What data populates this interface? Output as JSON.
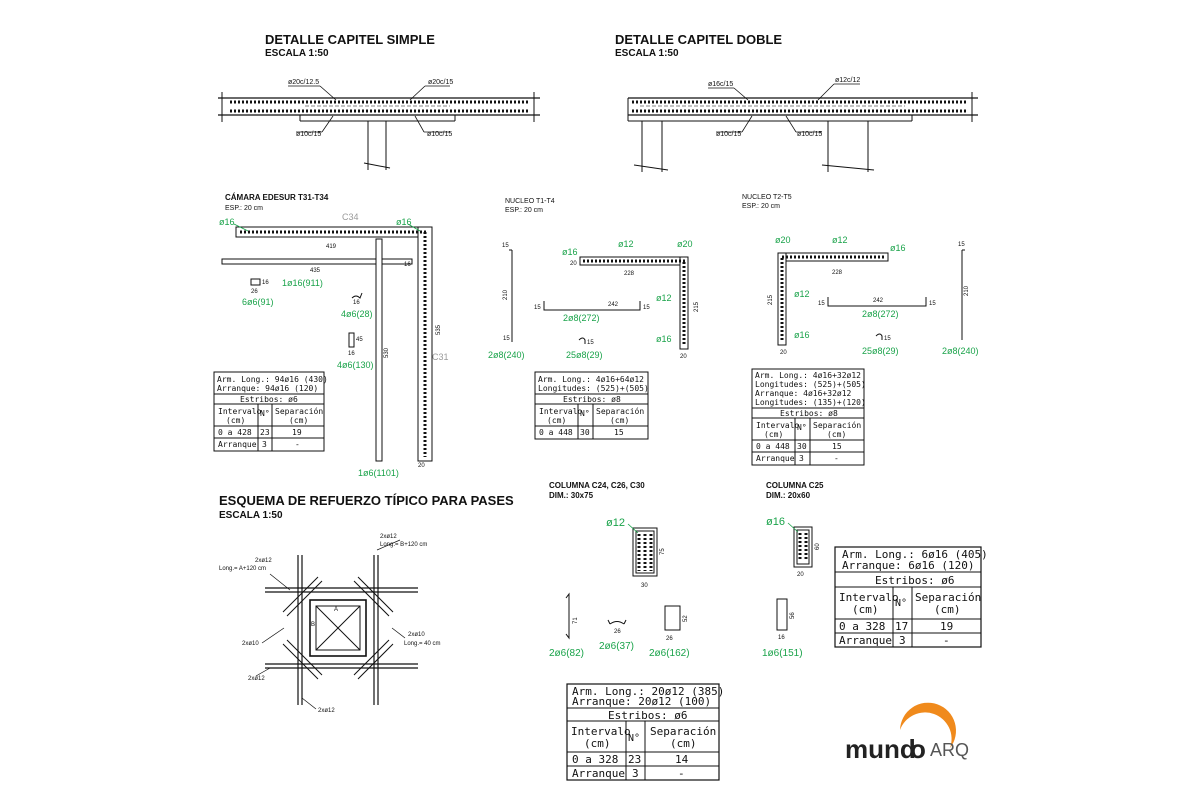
{
  "capitel_simple": {
    "title": "DETALLE CAPITEL SIMPLE",
    "scale": "ESCALA 1:50",
    "labels": [
      "ø20c/12.5",
      "ø20c/15",
      "ø10c/15",
      "ø10c/15"
    ]
  },
  "capitel_doble": {
    "title": "DETALLE CAPITEL DOBLE",
    "scale": "ESCALA 1:50",
    "labels": [
      "ø16c/15",
      "ø12c/12",
      "ø10c/15",
      "ø10c/15"
    ]
  },
  "camara": {
    "title": "CÁMARA EDESUR T31-T34",
    "esp": "ESP.: 20 cm",
    "labels": {
      "c34": "C34",
      "c31": "C31",
      "d16a": "ø16",
      "d16b": "ø16",
      "dim419": "419",
      "dim435": "435",
      "dim16": "16",
      "dim26": "26",
      "dim16b": "16",
      "dim45": "45",
      "dim16c": "16",
      "dim530": "530",
      "dim535": "535",
      "dim20": "20",
      "bar1": "1ø16(911)",
      "bar2": "6ø6(91)",
      "bar3": "4ø6(28)",
      "bar4": "4ø6(130)",
      "bar5": "1ø6(1101)"
    },
    "table": {
      "lines": [
        "Arm. Long.: 94ø16 (430)",
        "Arranque: 94ø16 (120)"
      ],
      "estribos": "Estribos: ø6",
      "headers": [
        "Intervalo",
        "(cm)",
        "N°",
        "Separación",
        "(cm)"
      ],
      "rows": [
        [
          "0 a 428",
          "23",
          "19"
        ],
        [
          "Arranque",
          "3",
          "-"
        ]
      ]
    }
  },
  "nucleo_t1": {
    "title": "NUCLEO T1-T4",
    "esp": "ESP.: 20 cm",
    "labels": {
      "d16": "ø16",
      "d12a": "ø12",
      "d20": "ø20",
      "d12b": "ø12",
      "d16b": "ø16",
      "dim228": "228",
      "dim20": "20",
      "dim215": "215",
      "dim15a": "15",
      "dim210": "210",
      "dim15b": "15",
      "dim242": "242",
      "dim15c": "15",
      "dim15d": "15",
      "dim20b": "20",
      "dim15e": "15",
      "bar1": "2ø8(240)",
      "bar2": "2ø8(272)",
      "bar3": "25ø8(29)"
    },
    "table": {
      "lines": [
        "Arm. Long.: 4ø16+64ø12",
        "Longitudes: (525)+(505)"
      ],
      "estribos": "Estribos: ø8",
      "headers": [
        "Intervalo",
        "(cm)",
        "N°",
        "Separación",
        "(cm)"
      ],
      "rows": [
        [
          "0 a 448",
          "30",
          "15"
        ]
      ]
    }
  },
  "nucleo_t2": {
    "title": "NUCLEO T2-T5",
    "esp": "ESP.: 20 cm",
    "labels": {
      "d20": "ø20",
      "d12a": "ø12",
      "d16a": "ø16",
      "d12b": "ø12",
      "d16b": "ø16",
      "dim228": "228",
      "dim215": "215",
      "dim20": "20",
      "dim15a": "15",
      "dim210": "210",
      "dim242": "242",
      "dim15b": "15",
      "dim15c": "15",
      "dim15d": "15",
      "bar1": "2ø8(272)",
      "bar2": "25ø8(29)",
      "bar3": "2ø8(240)"
    },
    "table": {
      "lines": [
        "Arm. Long.: 4ø16+32ø12",
        "Longitudes: (525)+(505)",
        "Arranque: 4ø16+32ø12",
        "Longitudes: (135)+(120)"
      ],
      "estribos": "Estribos: ø8",
      "headers": [
        "Intervalo",
        "(cm)",
        "N°",
        "Separación",
        "(cm)"
      ],
      "rows": [
        [
          "0 a 448",
          "30",
          "15"
        ],
        [
          "Arranque",
          "3",
          "-"
        ]
      ]
    }
  },
  "esquema": {
    "title": "ESQUEMA DE REFUERZO TÍPICO PARA PASES",
    "scale": "ESCALA 1:50",
    "labels": {
      "l1a": "2xø12",
      "l1b": "Long.= B+120 cm",
      "l2a": "2xø12",
      "l2b": "Long.= A+120 cm",
      "l3": "2xø10",
      "l4a": "2xø10",
      "l4b": "Long.= 40 cm",
      "l5": "2xø12",
      "l6": "2xø12",
      "a": "A",
      "b": "B"
    }
  },
  "columna_c24": {
    "title": "COLUMNA C24, C26, C30",
    "dim": "DIM.: 30x75",
    "labels": {
      "d12": "ø12",
      "dim75": "75",
      "dim30": "30",
      "dim71": "71",
      "dim26": "26",
      "dim26b": "26",
      "dim52": "52",
      "bar1": "2ø6(82)",
      "bar2": "2ø6(37)",
      "bar3": "2ø6(162)"
    },
    "table": {
      "lines": [
        "Arm. Long.: 20ø12 (385)",
        "Arranque: 20ø12 (100)"
      ],
      "estribos": "Estribos: ø6",
      "headers": [
        "Intervalo",
        "(cm)",
        "N°",
        "Separación",
        "(cm)"
      ],
      "rows": [
        [
          "0 a 328",
          "23",
          "14"
        ],
        [
          "Arranque",
          "3",
          "-"
        ]
      ]
    }
  },
  "columna_c25": {
    "title": "COLUMNA C25",
    "dim": "DIM.: 20x60",
    "labels": {
      "d16": "ø16",
      "dim60": "60",
      "dim20": "20",
      "dim56": "56",
      "dim16": "16",
      "bar1": "1ø6(151)"
    },
    "table": {
      "lines": [
        "Arm. Long.: 6ø16 (405)",
        "Arranque: 6ø16 (120)"
      ],
      "estribos": "Estribos: ø6",
      "headers": [
        "Intervalo",
        "(cm)",
        "N°",
        "Separación",
        "(cm)"
      ],
      "rows": [
        [
          "0 a 328",
          "17",
          "19"
        ],
        [
          "Arranque",
          "3",
          "-"
        ]
      ]
    }
  },
  "logo": {
    "part1": "mund",
    "part2": "o",
    "part3": "ARQ"
  },
  "colors": {
    "annotation": "#1aa34a",
    "line": "#111111",
    "logo_accent": "#f08a1c"
  }
}
